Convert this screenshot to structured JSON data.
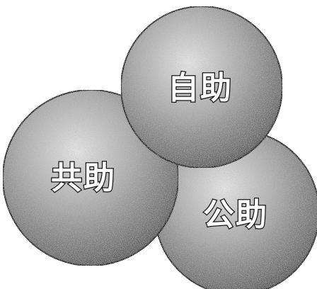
{
  "diagram": {
    "type": "three-overlapping-spheres",
    "spheres": [
      {
        "id": "self",
        "label": "自助"
      },
      {
        "id": "mutual",
        "label": "共助"
      },
      {
        "id": "public",
        "label": "公助"
      }
    ],
    "colors": {
      "background": "#ffffff",
      "sphere_highlight": "#e6e6e6",
      "sphere_mid": "#8f8f8f",
      "sphere_shadow": "#3a3a3a",
      "outline": "#1a1a1a",
      "label_fill": "#ffffff",
      "label_outline": "#111111"
    }
  }
}
